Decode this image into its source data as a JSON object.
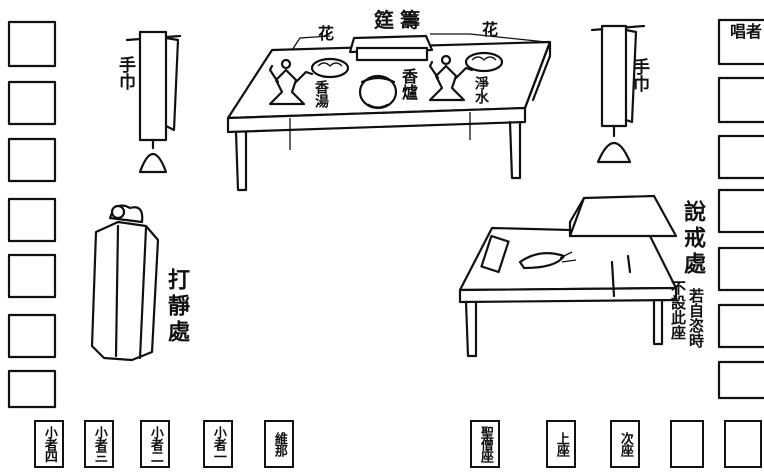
{
  "labels": {
    "gong_chou": "筳籌",
    "flower_left": "花",
    "flower_right": "花",
    "towel_left": "手巾",
    "towel_right": "手巾",
    "fragrant_soup": "香湯",
    "incense_burner": "香爐",
    "pure_water": "淨水",
    "strike_quiet": "打靜處",
    "precept_place": "說戒處",
    "note_line1": "若自恣時",
    "note_line2": "不設此座",
    "right_top_box": "唱者"
  },
  "seats_left": [
    "小者四",
    "小者三",
    "小者二",
    "小者一",
    "維那"
  ],
  "seats_right": [
    "聖僧座",
    "上座",
    "次座",
    "",
    ""
  ]
}
